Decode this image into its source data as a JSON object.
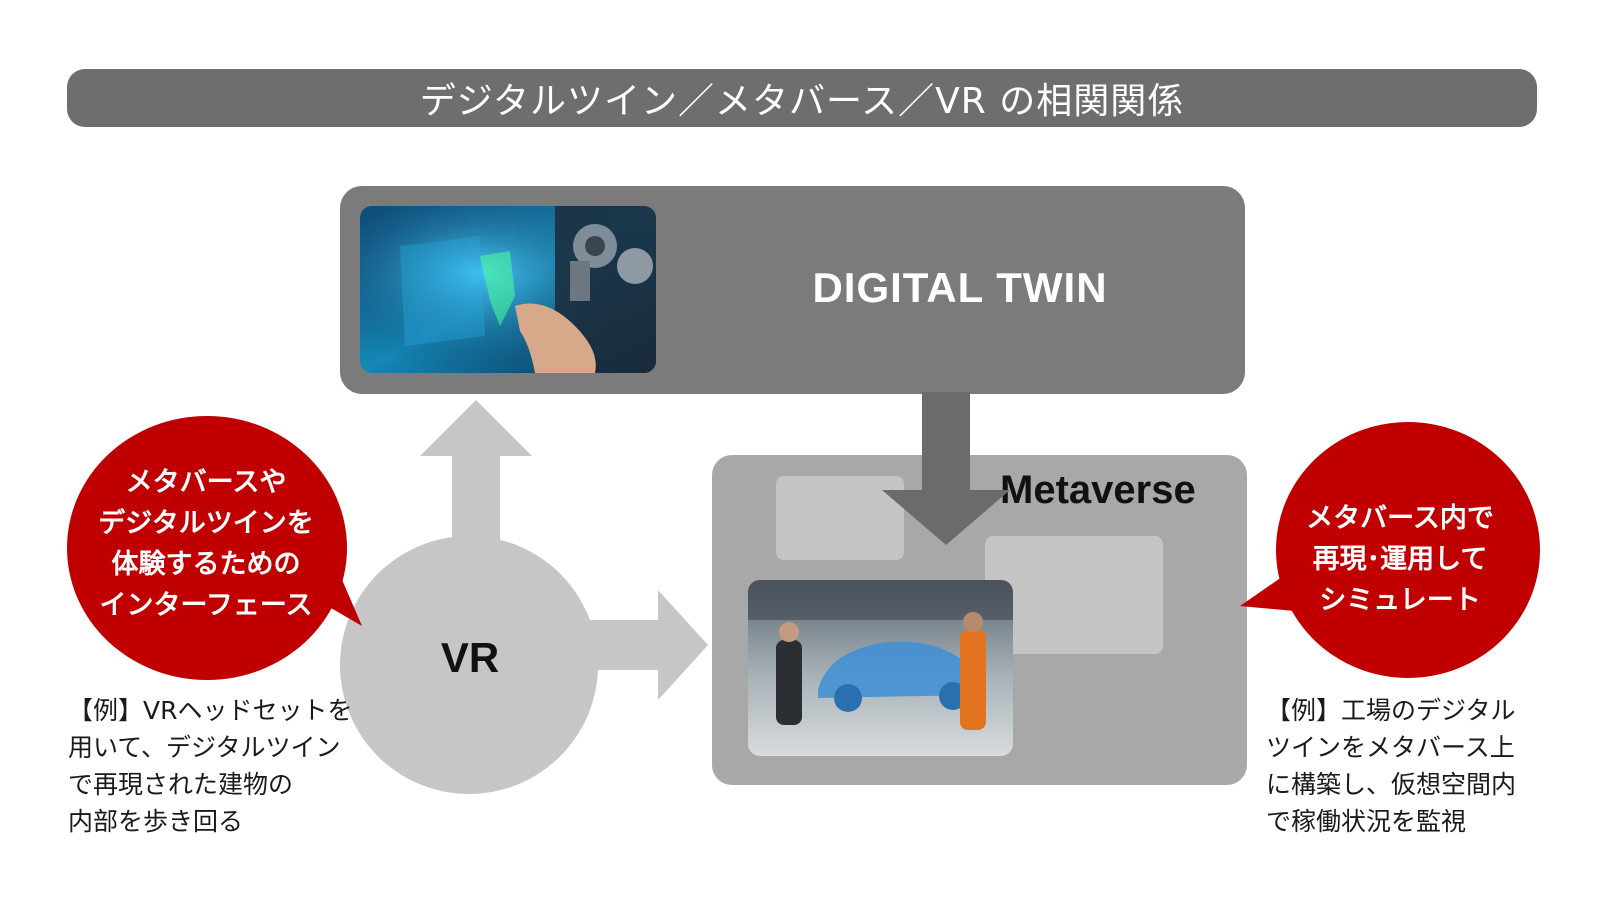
{
  "title": "デジタルツイン／メタバース／VR の相関関係",
  "digital_twin": {
    "label": "DIGITAL TWIN"
  },
  "metaverse": {
    "label": "Metaverse"
  },
  "vr": {
    "label": "VR"
  },
  "bubble_left": {
    "lines": [
      "メタバースや",
      "デジタルツインを",
      "体験するための",
      "インターフェース"
    ]
  },
  "bubble_right": {
    "lines": [
      "メタバース内で",
      "再現･運用して",
      "シミュレート"
    ]
  },
  "caption_left": "【例】VRヘッドセットを\n用いて、デジタルツイン\nで再現された建物の\n内部を歩き回る",
  "caption_right": "【例】工場のデジタル\nツインをメタバース上\nに構築し、仮想空間内\nで稼働状況を監視",
  "colors": {
    "title_bar": "#6e6e6e",
    "digital_twin_panel": "#7b7b7b",
    "metaverse_panel": "#a8a8a8",
    "vr_circle": "#c6c6c6",
    "bubble_red": "#c00000",
    "arrow_light": "#c6c6c6",
    "arrow_dark": "#6b6b6b"
  },
  "images": {
    "digital_twin": "hand-touching-holographic-robot-arm-image",
    "metaverse": "workers-with-vr-headsets-holographic-car-image"
  }
}
